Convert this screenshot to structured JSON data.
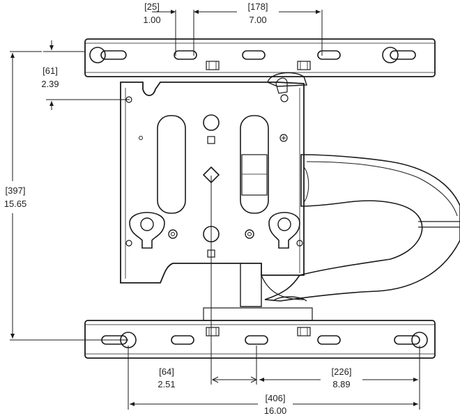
{
  "dimensions": {
    "hole_width": {
      "mm": "[25]",
      "in": "1.00"
    },
    "top_spacing": {
      "mm": "[178]",
      "in": "7.00"
    },
    "rail_offset": {
      "mm": "[61]",
      "in": "2.39"
    },
    "vertical_span": {
      "mm": "[397]",
      "in": "15.65"
    },
    "center_offset": {
      "mm": "[64]",
      "in": "2.51"
    },
    "bottom_spacing": {
      "mm": "[226]",
      "in": "8.89"
    },
    "overall_width": {
      "mm": "[406]",
      "in": "16.00"
    }
  },
  "colors": {
    "line": "#1a1a1a",
    "plate_fill": "#ffffff",
    "arm_fill": "#f2f2f2",
    "background": "#ffffff"
  }
}
